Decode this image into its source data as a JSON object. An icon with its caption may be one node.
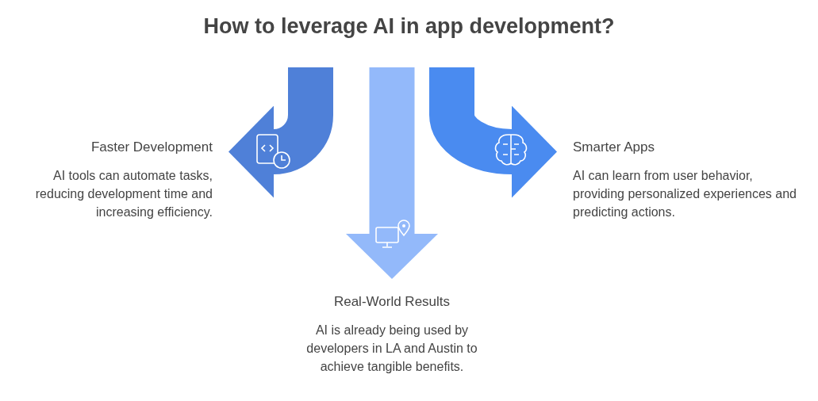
{
  "diagram": {
    "title": "How to leverage AI in app development?",
    "nodes": [
      {
        "text": [
          "Faster Development",
          "AI tools can automate tasks, reducing development time and increasing efficiency."
        ]
      },
      {
        "text": [
          "Real-World Results",
          "AI is already being used by developers in LA and Austin to achieve tangible benefits."
        ]
      },
      {
        "text": [
          "Smarter Apps",
          "AI can learn from user behavior, providing personalized experiences and predicting actions."
        ]
      }
    ],
    "edges": [
      {
        "from": null,
        "to": 0,
        "arrow": "to",
        "color": "#4f80d8"
      },
      {
        "from": null,
        "to": 1,
        "arrow": "to",
        "color": "#93b9fa"
      },
      {
        "from": null,
        "to": 2,
        "arrow": "to",
        "color": "#4a8bf0"
      }
    ]
  }
}
